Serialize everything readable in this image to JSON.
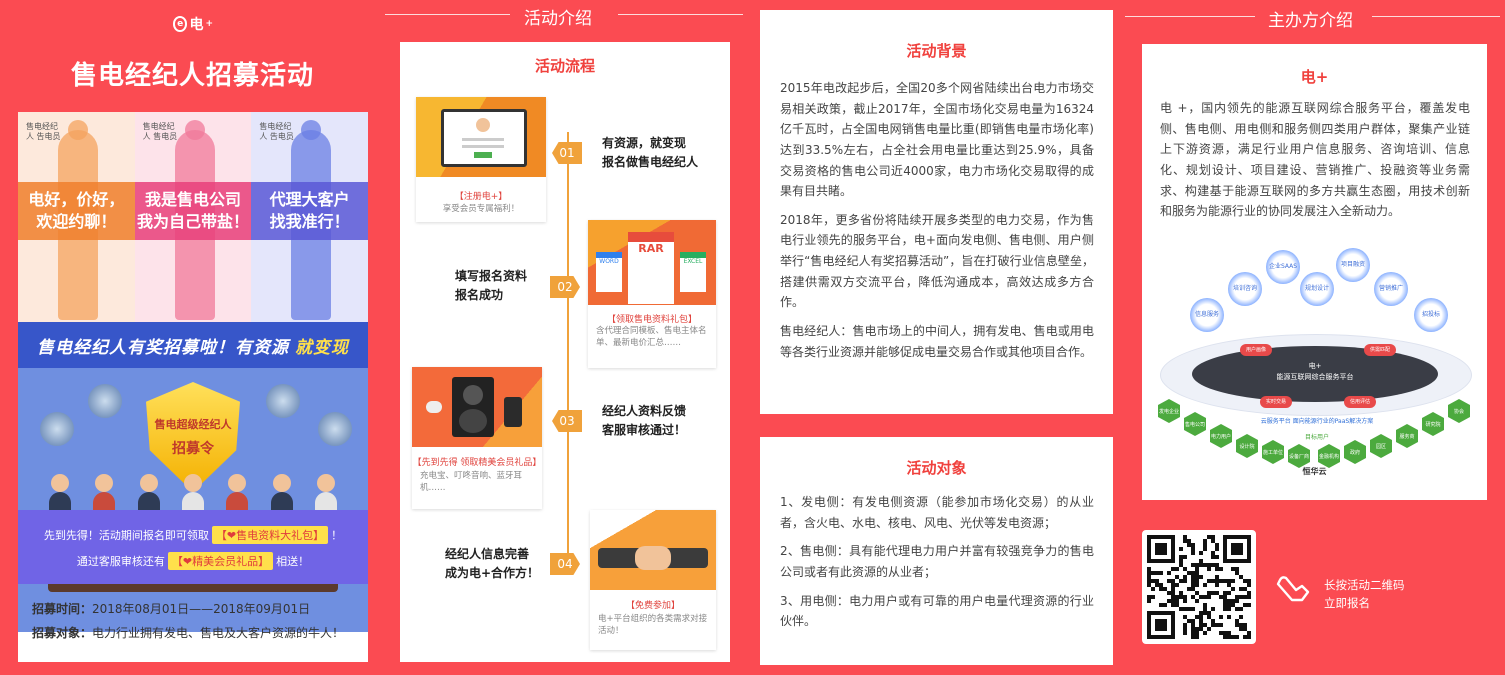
{
  "panel1": {
    "logo_text": "电",
    "logo_sup": "+",
    "title": "售电经纪人招募活动",
    "silhouettes": [
      {
        "tag": "售电经纪人 告电员",
        "slogan_1": "电好，价好，",
        "slogan_2": "欢迎约聊！",
        "band": "#f07f2c",
        "fig": "#f4a35f"
      },
      {
        "tag": "售电经纪人 售电员",
        "slogan_1": "我是售电公司",
        "slogan_2": "我为自己带盐！",
        "band": "#e8407a",
        "fig": "#f07a9a"
      },
      {
        "tag": "售电经纪人 告电员",
        "slogan_1": "代理大客户",
        "slogan_2": "找我准行！",
        "band": "#5a58d6",
        "fig": "#6b7fe4"
      }
    ],
    "banner_title_a": "售电经纪人有奖招募啦！有资源",
    "banner_title_b": "就变现",
    "badge_line1": "售电超级经纪人",
    "badge_line2": "招募令",
    "offer_1_pre": "先到先得！活动期间报名即可领取",
    "offer_1_chip": "【❤售电资料大礼包】",
    "offer_1_post": "！",
    "offer_2_pre": "通过客服审核还有",
    "offer_2_chip": "【❤精美会员礼品】",
    "offer_2_post": "相送！",
    "time_label": "招募时间：",
    "time_value": "2018年08月01日——2018年09月01日",
    "target_label": "招募对象：",
    "target_value": "电力行业拥有发电、售电及大客户资源的牛人！"
  },
  "panel2": {
    "section_title": "活动介绍",
    "flow_title": "活动流程",
    "steps": [
      {
        "num": "01",
        "text_1": "有资源，就变现",
        "text_2": "报名做售电经纪人",
        "cap_title": "【注册电+】",
        "cap_desc": "享受会员专属福利！"
      },
      {
        "num": "02",
        "text_1": "填写报名资料",
        "text_2": "报名成功",
        "cap_title": "【领取售电资料礼包】",
        "cap_desc": "含代理合同模板、售电主体名单、最新电价汇总……",
        "file_1": "WORD",
        "file_2": "RAR",
        "file_3": "EXCEL"
      },
      {
        "num": "03",
        "text_1": "经纪人资料反馈",
        "text_2": "客服审核通过！",
        "cap_title": "【先到先得 领取精美会员礼品】",
        "cap_desc": "充电宝、叮咚音响、蓝牙耳机……"
      },
      {
        "num": "04",
        "text_1": "经纪人信息完善",
        "text_2": "成为电+合作方！",
        "cap_title": "【免费参加】",
        "cap_desc": "电+平台组织的各类需求对接活动！"
      }
    ]
  },
  "panel3": {
    "bg_title": "活动背景",
    "bg_paras": [
      "2015年电改起步后，全国20多个网省陆续出台电力市场交易相关政策，截止2017年，全国市场化交易电量为16324亿千瓦时，占全国电网销售电量比重(即销售电量市场化率)达到33.5%左右，占全社会用电量比重达到25.9%，具备交易资格的售电公司近4000家，电力市场化交易取得的成果有目共睹。",
      "2018年，更多省份将陆续开展多类型的电力交易，作为售电行业领先的服务平台，电+面向发电侧、售电侧、用户侧举行“售电经纪人有奖招募活动”，旨在打破行业信息壁垒，搭建供需双方交流平台，降低沟通成本，高效达成多方合作。",
      "售电经纪人：售电市场上的中间人，拥有发电、售电或用电等各类行业资源并能够促成电量交易合作或其他项目合作。"
    ],
    "obj_title": "活动对象",
    "obj_paras": [
      "1、发电侧：有发电侧资源（能参加市场化交易）的从业者，含火电、水电、核电、风电、光伏等发电资源；",
      "2、售电侧：具有能代理电力用户并富有较强竞争力的售电公司或者有此资源的从业者；",
      "3、用电侧：电力用户或有可靠的用户电量代理资源的行业伙伴。"
    ]
  },
  "panel4": {
    "section_title": "主办方介绍",
    "org_title": "电+",
    "org_desc": "电 +，国内领先的能源互联网综合服务平台，覆盖发电侧、售电侧、用电侧和服务侧四类用户群体，聚集产业链上下游资源，满足行业用户信息服务、咨询培训、信息化、规划设计、项目建设、营销推广、投融资等业务需求、构建基于能源互联网的多方共赢生态圈，用技术创新和服务为能源行业的协同发展注入全新动力。",
    "diagram": {
      "nodes": [
        "信息服务",
        "培训咨询",
        "企业SAAS",
        "规划设计",
        "项目融资",
        "营销推广",
        "招投标"
      ],
      "center_1": "电+",
      "center_2": "能源互联网综合服务平台",
      "clouds": [
        "用户画像",
        "供需匹配",
        "实时交易",
        "信用评估"
      ],
      "band_1": "云服务平台",
      "band_2": "面向能源行业的PaaS解决方案",
      "band_3": "目标用户",
      "hexes": [
        "发电企业",
        "售电公司",
        "电力用户",
        "设计院",
        "施工单位",
        "设备厂商",
        "金融机构",
        "政府",
        "园区",
        "服务商",
        "研究院",
        "协会"
      ],
      "footer": "恒华云"
    },
    "qr_note_1": "长按活动二维码",
    "qr_note_2": "立即报名"
  }
}
